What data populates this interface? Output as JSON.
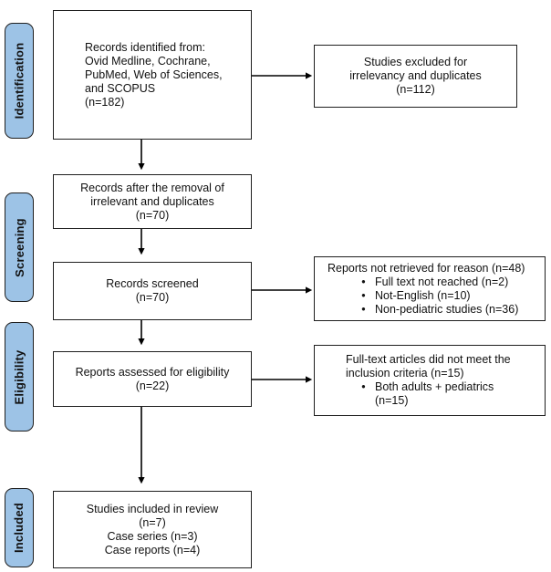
{
  "stages": [
    {
      "label": "Identification"
    },
    {
      "label": "Screening"
    },
    {
      "label": "Eligibility"
    },
    {
      "label": "Included"
    }
  ],
  "boxes": {
    "identified": {
      "lines": [
        "Records identified from:",
        "Ovid Medline, Cochrane,",
        "PubMed, Web of Sciences,",
        "and SCOPUS",
        "(n=182)"
      ]
    },
    "excluded": {
      "lines": [
        "Studies excluded for",
        "irrelevancy and duplicates",
        "(n=112)"
      ]
    },
    "after_removal": {
      "lines": [
        "Records after the removal of",
        "irrelevant and duplicates",
        "(n=70)"
      ]
    },
    "screened": {
      "lines": [
        "Records screened",
        "(n=70)"
      ]
    },
    "not_retrieved": {
      "title": "Reports not retrieved for reason (n=48)",
      "bullets": [
        "Full text not reached (n=2)",
        "Not-English (n=10)",
        "Non-pediatric studies (n=36)"
      ]
    },
    "assessed": {
      "lines": [
        "Reports assessed for eligibility",
        "(n=22)"
      ]
    },
    "full_text_excluded": {
      "title_lines": [
        "Full-text articles did not meet the",
        "inclusion criteria (n=15)"
      ],
      "bullet_lines": [
        "Both adults + pediatrics",
        "(n=15)"
      ]
    },
    "included": {
      "lines": [
        "Studies included in review",
        "(n=7)",
        "Case series (n=3)",
        "Case reports (n=4)"
      ]
    }
  },
  "glyphs": {
    "bullet": "•"
  },
  "colors": {
    "stage_fill": "#9DC3E6",
    "stage_border": "#1F1F1F",
    "box_border": "#1F1F1F",
    "box_fill": "#FFFFFF",
    "arrow": "#000000",
    "text": "#111111"
  }
}
